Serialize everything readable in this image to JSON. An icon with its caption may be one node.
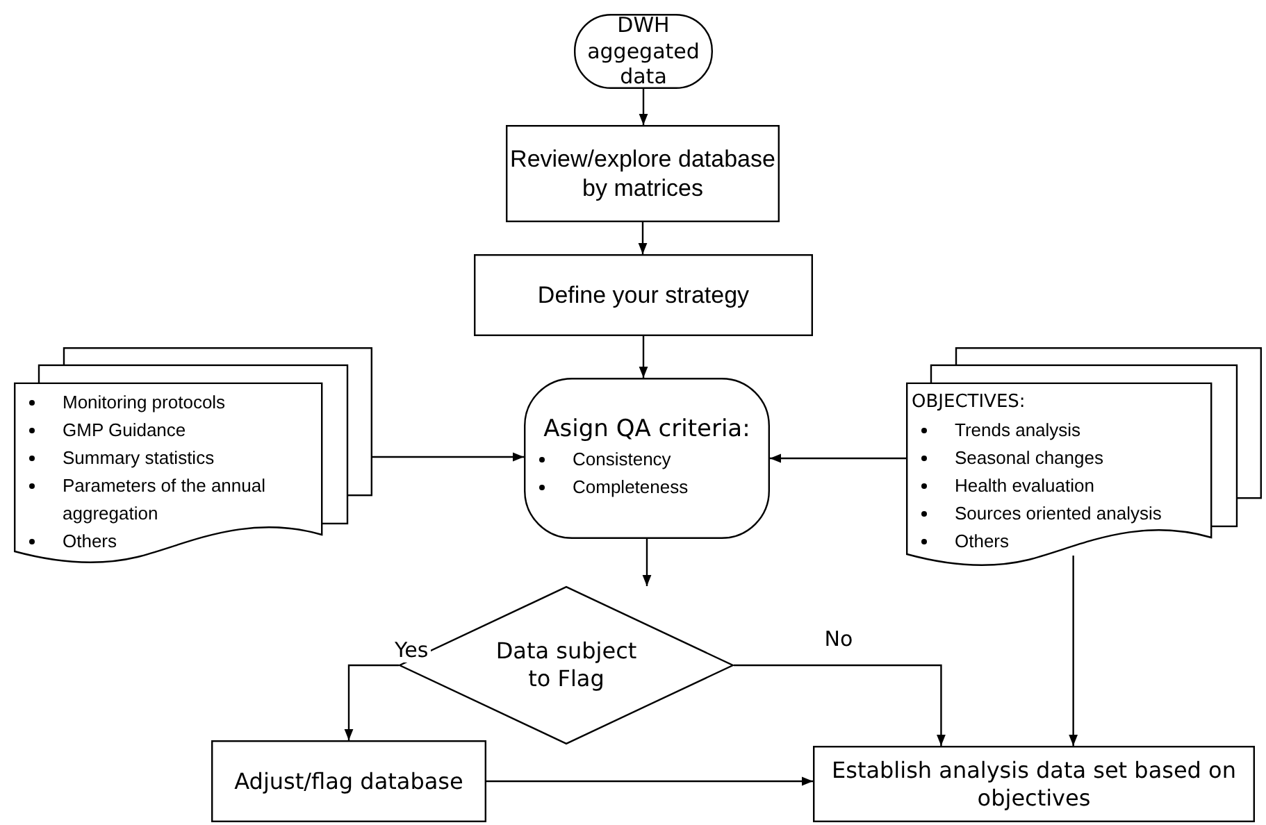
{
  "diagram": {
    "nodes": [
      {
        "text": [
          "DWH aggegated data"
        ]
      },
      {
        "text": [
          "Review/explore database by matrices"
        ]
      },
      {
        "text": [
          "Define your strategy"
        ]
      },
      {
        "text": [
          "Monitoring protocols",
          "GMP Guidance",
          "Summary statistics",
          "Parameters of the annual aggregation",
          "Others"
        ]
      },
      {
        "text": [
          "Asign QA criteria:",
          "Consistency",
          "Completeness"
        ]
      },
      {
        "text": [
          "OBJECTIVES:",
          "Trends analysis",
          "Seasonal changes",
          "Health evaluation",
          "Sources oriented analysis",
          "Others"
        ]
      },
      {
        "text": [
          "Data subject to Flag"
        ]
      },
      {
        "text": [
          "Adjust/flag database"
        ]
      },
      {
        "text": [
          "Establish analysis data set based on objectives"
        ]
      }
    ],
    "edges": [
      {
        "from": 0,
        "to": 1,
        "arrow": "to"
      },
      {
        "from": 1,
        "to": 2,
        "arrow": "to"
      },
      {
        "from": 2,
        "to": 4,
        "arrow": "to"
      },
      {
        "from": 3,
        "to": 4,
        "arrow": "to"
      },
      {
        "from": 5,
        "to": 4,
        "arrow": "to"
      },
      {
        "from": 4,
        "to": 6,
        "arrow": "to"
      },
      {
        "from": 6,
        "to": 7,
        "label": "Yes",
        "arrow": "to"
      },
      {
        "from": 6,
        "to": 8,
        "label": "No",
        "arrow": "to"
      },
      {
        "from": 5,
        "to": 8,
        "arrow": "to"
      },
      {
        "from": 7,
        "to": 8,
        "arrow": "to"
      }
    ]
  }
}
